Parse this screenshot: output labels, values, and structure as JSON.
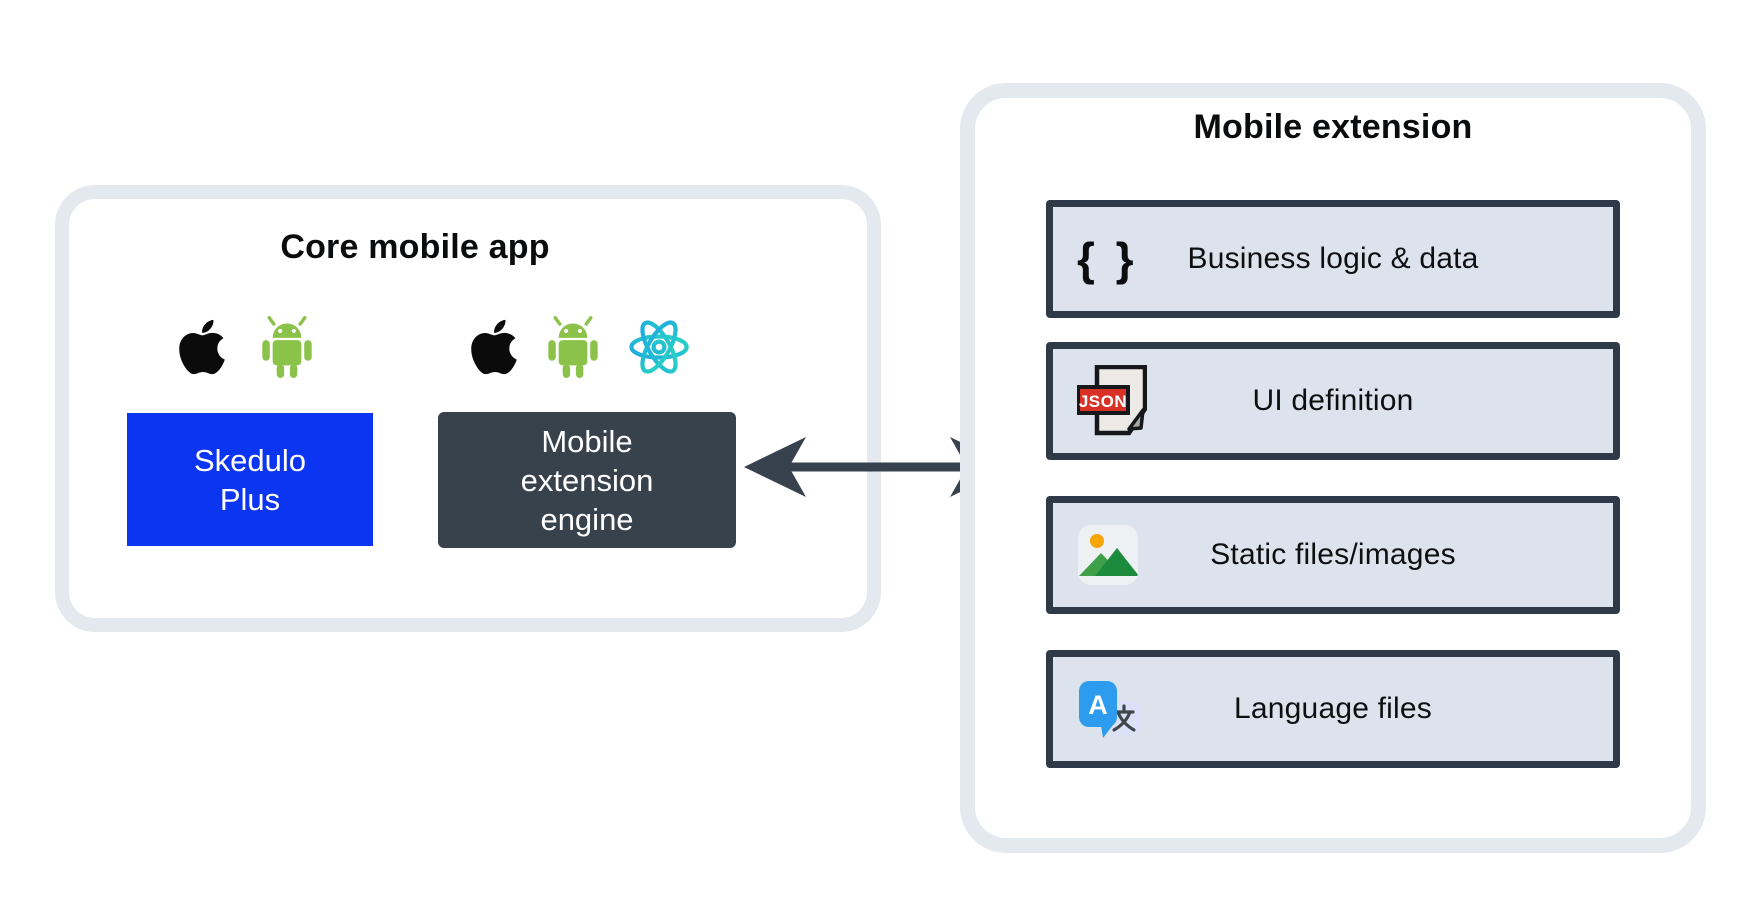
{
  "diagram": {
    "left_panel": {
      "title": "Core mobile app",
      "groups": [
        {
          "platforms": [
            "apple",
            "android"
          ],
          "box_label": "Skedulo\nPlus"
        },
        {
          "platforms": [
            "apple",
            "android",
            "react"
          ],
          "box_label": "Mobile\nextension\nengine"
        }
      ]
    },
    "connector": {
      "type": "double-headed-arrow"
    },
    "right_panel": {
      "title": "Mobile extension",
      "rows": [
        {
          "icon": "code-braces-icon",
          "label": "Business logic & data"
        },
        {
          "icon": "json-file-icon",
          "label": "UI definition"
        },
        {
          "icon": "image-icon",
          "label": "Static files/images"
        },
        {
          "icon": "translate-icon",
          "label": "Language files"
        }
      ]
    },
    "glyphs": {
      "braces": "{ }",
      "json_badge": "JSON",
      "translate_letter": "A"
    },
    "colors": {
      "skedulo_blue": "#0C35F1",
      "engine_slate": "#38424D",
      "panel_border": "#E3E9EF",
      "row_fill": "#DCE3EC",
      "row_border": "#2E3A47",
      "arrow": "#37424E",
      "android_green": "#8BC34A",
      "react_teal": "#2EDFBA",
      "react_blue": "#189FE8",
      "json_badge_red": "#D93025"
    }
  }
}
